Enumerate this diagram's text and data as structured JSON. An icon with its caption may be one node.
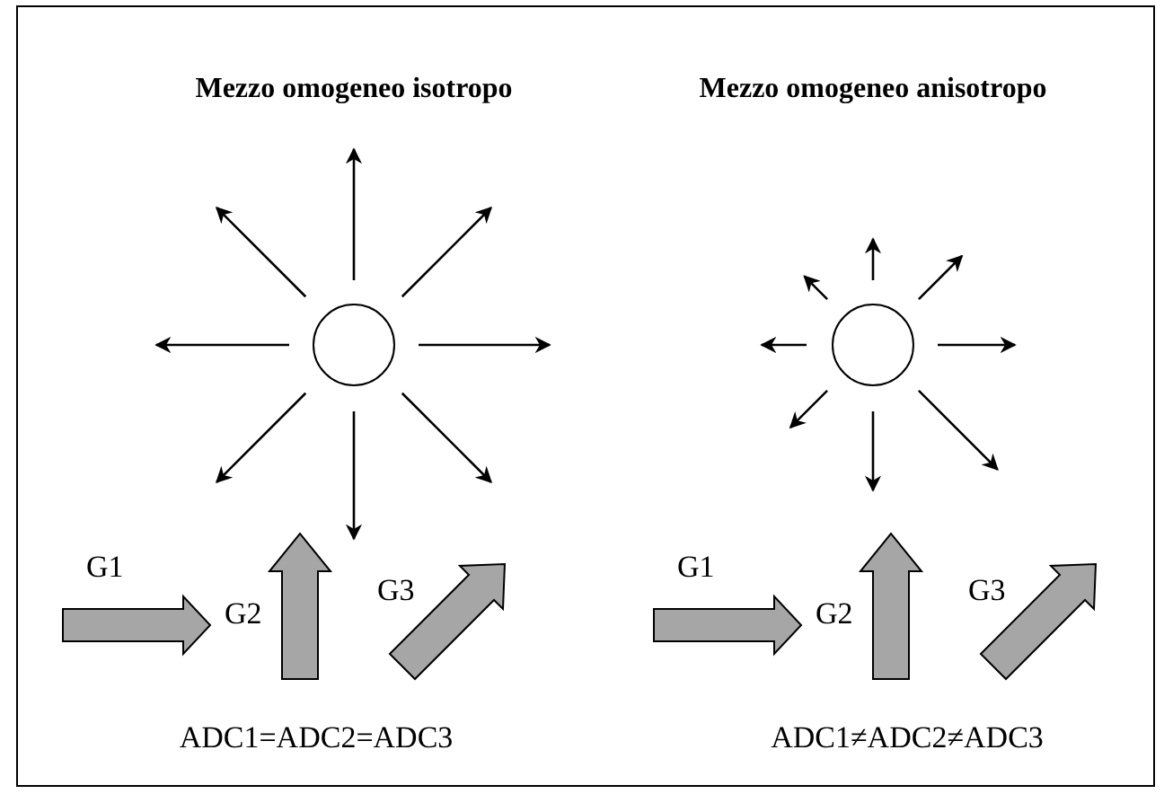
{
  "diagram": {
    "nodes": [
      {
        "text": [],
        "shape": "circle"
      },
      {
        "text": [],
        "shape": "circle"
      }
    ],
    "edges": [],
    "labels": [
      "Mezzo omogeneo isotropo",
      "Mezzo omogeneo anisotropo",
      "G1",
      "G2",
      "G3",
      "ADC1=ADC2=ADC3",
      "G1",
      "G2",
      "G3",
      "ADC1≠ADC2≠ADC3"
    ]
  }
}
